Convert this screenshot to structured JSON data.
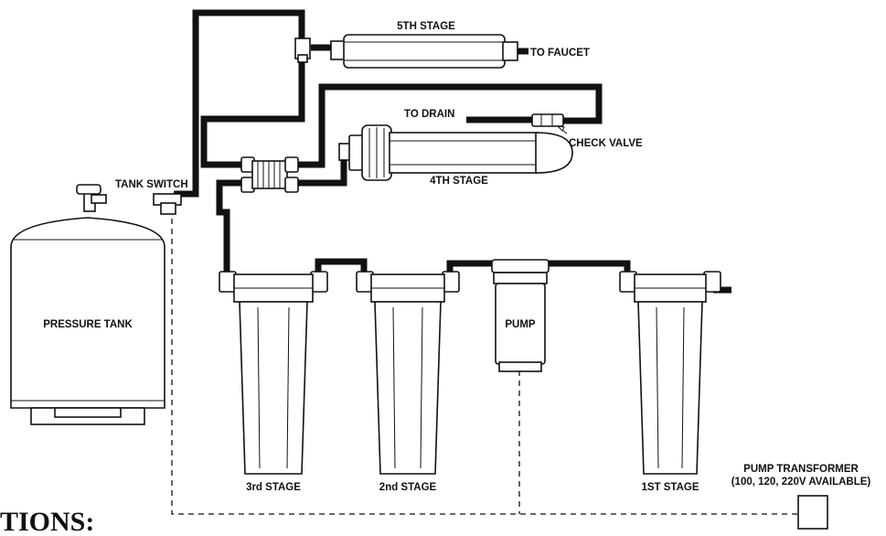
{
  "labels": {
    "stage5": "5TH STAGE",
    "to_faucet": "TO FAUCET",
    "to_drain": "TO DRAIN",
    "check_valve": "CHECK VALVE",
    "stage4": "4TH STAGE",
    "tank_switch": "TANK SWITCH",
    "pressure_tank": "PRESSURE TANK",
    "pump": "PUMP",
    "stage3": "3rd STAGE",
    "stage2": "2nd STAGE",
    "stage1": "1ST STAGE",
    "pump_transformer": "PUMP TRANSFORMER",
    "transformer_voltages": "(100, 120, 220V AVAILABLE)",
    "section_heading_fragment": "TIONS:"
  },
  "colors": {
    "line": "#111111",
    "background": "#ffffff"
  }
}
